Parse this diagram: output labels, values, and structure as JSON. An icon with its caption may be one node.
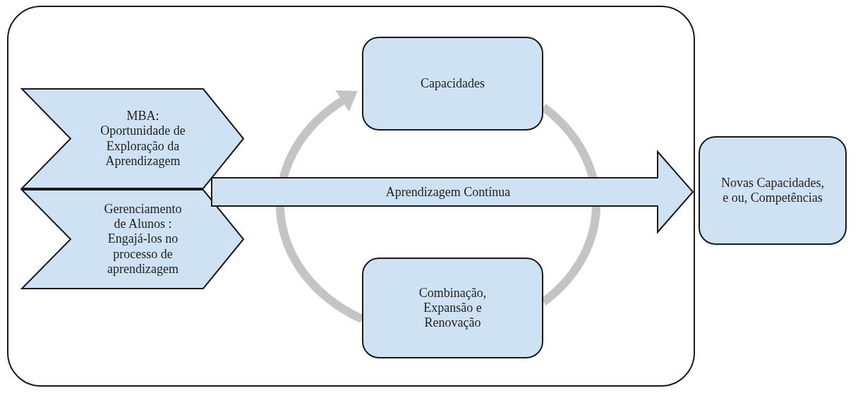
{
  "diagram": {
    "nodes": [
      {
        "text": [],
        "shape": "box"
      },
      {
        "text": [
          "MBA: Oportunidade de Exploração da Aprendizagem"
        ],
        "in": 0
      },
      {
        "text": [
          "Gerenciamento de Alunos : Engajá-los no processo de aprendizagem"
        ],
        "in": 0
      },
      {
        "text": [
          "Capacidades"
        ],
        "in": 0
      },
      {
        "text": [
          "Combinação, Expansão e Renovação"
        ],
        "in": 0
      },
      {
        "text": [
          "Novas Capacidades, e ou, Competências"
        ]
      }
    ],
    "edges": [
      {
        "from": null,
        "to": 5,
        "arrow": "to",
        "label": "Aprendizagem Contínua",
        "style": "thick"
      },
      {
        "from": 4,
        "to": 3,
        "arrow": "to",
        "color": "#c4c4c4"
      },
      {
        "from": 3,
        "to": 4,
        "arrow": "none",
        "color": "#c4c4c4"
      }
    ]
  }
}
